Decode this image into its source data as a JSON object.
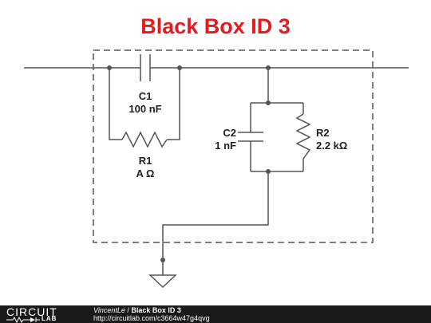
{
  "diagram": {
    "title": "Black Box ID 3",
    "title_color": "#e8191c",
    "wire_color": "#555555",
    "components": {
      "c1": {
        "name": "C1",
        "value": "100 nF"
      },
      "r1": {
        "name": "R1",
        "value": "A Ω"
      },
      "c2": {
        "name": "C2",
        "value": "1 nF"
      },
      "r2": {
        "name": "R2",
        "value": "2.2 kΩ"
      }
    }
  },
  "footer": {
    "logo_top": "CIRCUIT",
    "logo_bottom": "LAB",
    "author": "VincentLe",
    "separator": " / ",
    "project": "Black Box ID 3",
    "url": "http://circuitlab.com/c3664w47g4qvg"
  }
}
